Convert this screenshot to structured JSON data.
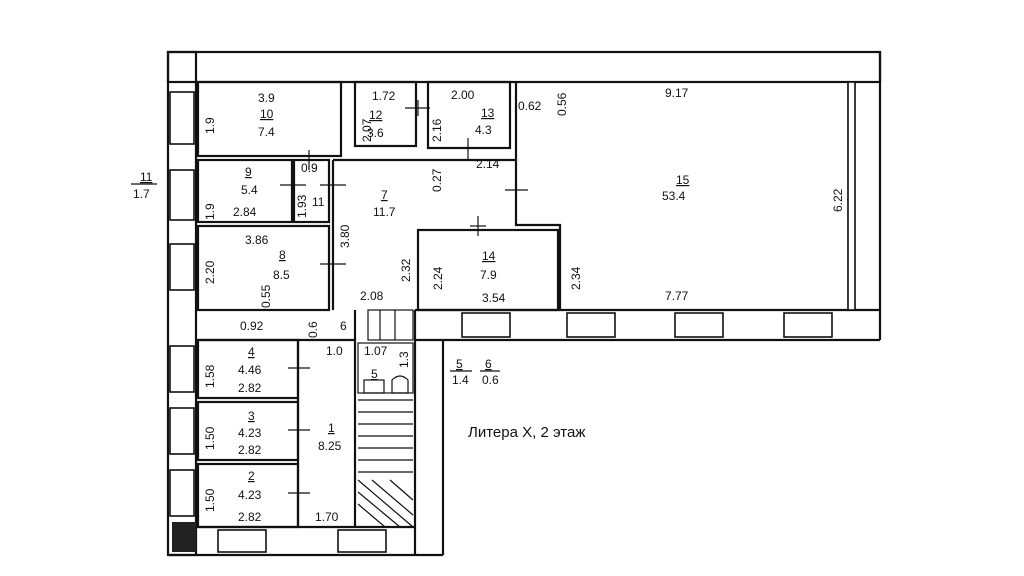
{
  "title": "Литера Х, 2 этаж",
  "rooms": [
    {
      "number": "10",
      "area": "7.4"
    },
    {
      "number": "12",
      "area": "3.6"
    },
    {
      "number": "13",
      "area": "4.3"
    },
    {
      "number": "15",
      "area": "53.4"
    },
    {
      "number": "9",
      "area": "5.4"
    },
    {
      "number": "7",
      "area": "11.7"
    },
    {
      "number": "8",
      "area": "8.5"
    },
    {
      "number": "14",
      "area": "7.9"
    },
    {
      "number": "4",
      "area": "4.46"
    },
    {
      "number": "3",
      "area": "4.23"
    },
    {
      "number": "2",
      "area": "4.23"
    },
    {
      "number": "1",
      "area": "8.25"
    },
    {
      "number": "5",
      "area": ""
    }
  ],
  "extra_rooms": [
    {
      "number": "11",
      "area": "1.7"
    },
    {
      "number": "5",
      "area": "1.4"
    },
    {
      "number": "6",
      "area": "0.6"
    }
  ],
  "dimensions": [
    "3.9",
    "1.9",
    "1.72",
    "2.07",
    "2.16",
    "2.00",
    "0.62",
    "0.56",
    "9.17",
    "0.9",
    "0.27",
    "2.14",
    "1.9",
    "2.84",
    "1.93",
    "11",
    "3.86",
    "3.80",
    "6.22",
    "2.20",
    "2.32",
    "2.24",
    "2.34",
    "0.55",
    "2.08",
    "3.54",
    "7.77",
    "0.92",
    "0.6",
    "6",
    "1.0",
    "1.07",
    "1.3",
    "1.58",
    "2.82",
    "1.50",
    "2.82",
    "1.50",
    "2.82",
    "1.70"
  ]
}
